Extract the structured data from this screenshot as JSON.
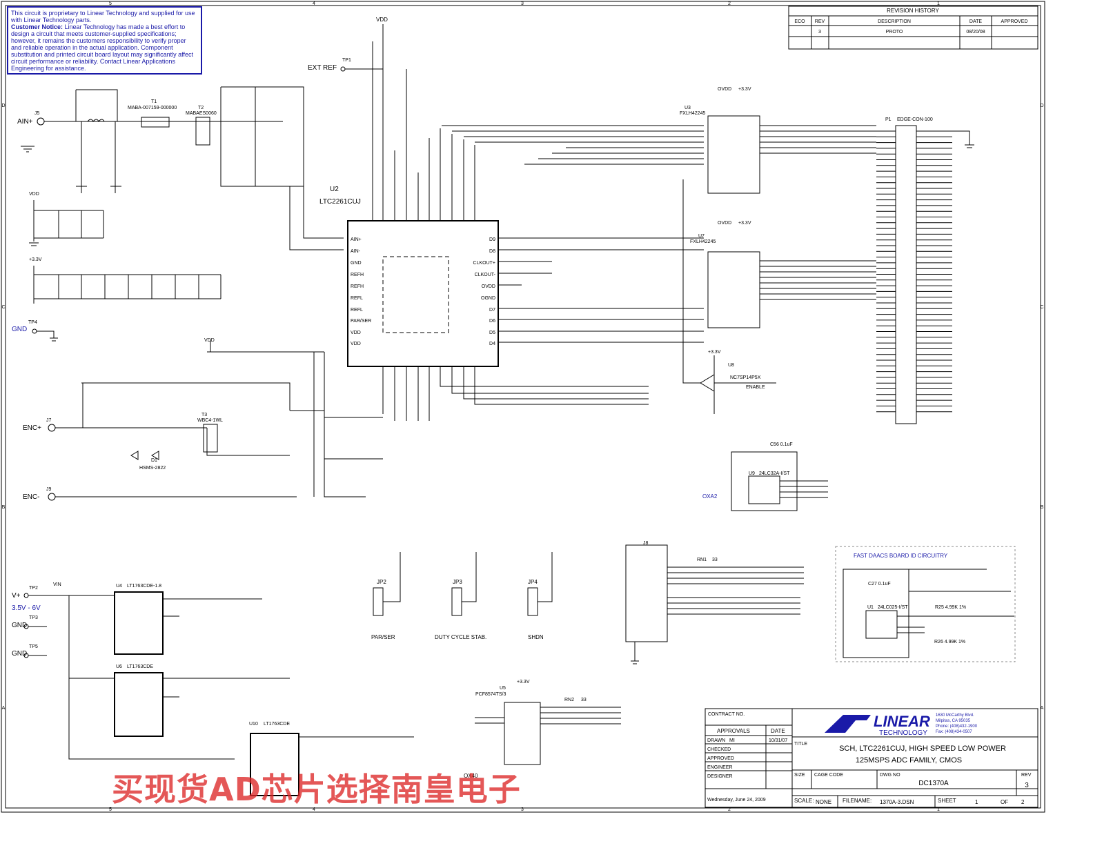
{
  "notice": {
    "line1": "This circuit is proprietary to Linear Technology and supplied for use with Linear Technology parts.",
    "heading": "Customer Notice:",
    "body": "Linear Technology has made a best effort to design a circuit that meets customer-supplied specifications; however, it remains the customers responsibility to verify proper and reliable operation in the actual application. Component substitution and printed circuit board layout may significantly affect circuit performance or reliability. Contact Linear Applications Engineering for assistance."
  },
  "revision": {
    "title": "REVISION HISTORY",
    "headers": [
      "ECO",
      "REV",
      "DESCRIPTION",
      "DATE",
      "APPROVED"
    ],
    "row": [
      "",
      "3",
      "PROTO",
      "08/20/08",
      ""
    ]
  },
  "border": {
    "cols": [
      "5",
      "4",
      "3",
      "2",
      "1"
    ],
    "rows": [
      "D",
      "C",
      "B",
      "A"
    ]
  },
  "labels": {
    "ain": "AIN+",
    "ext_ref": "EXT REF",
    "tp1": "TP1",
    "vdd": "VDD",
    "ovdd": "OVDD",
    "v33": "+3.3V",
    "gnd": "GND",
    "tp4": "TP4",
    "enc_p": "ENC+",
    "enc_n": "ENC-",
    "j5": "J5",
    "j7": "J7",
    "j9": "J9",
    "u2_ref": "U2",
    "u2_part": "LTC2261CUJ",
    "u3_ref": "U3",
    "u3_part": "FXLH42245",
    "u7_ref": "U7",
    "u7_part": "FXLH42245",
    "u8_ref": "U8",
    "u8_part": "NC7SP14P5X",
    "enable": "ENABLE",
    "p1_ref": "P1",
    "p1_part": "EDGE-CON-100",
    "u9_ref": "U9",
    "u9_part": "24LC32A-I/ST",
    "oxa2": "OXA2",
    "c56": "C56 0.1uF",
    "j8": "J8",
    "rn1": "RN1",
    "rn1_val": "33",
    "fast_daacs": "FAST DAACS BOARD ID CIRCUITRY",
    "u1_ref": "U1",
    "u1_part": "24LC025-I/ST",
    "c27": "C27 0.1uF",
    "r25": "R25 4.99K 1%",
    "r26": "R26 4.99K 1%",
    "vin": "VIN",
    "vplus": "V+",
    "vrange": "3.5V - 6V",
    "tp2": "TP2",
    "tp3": "TP3",
    "tp5": "TP5",
    "u4_ref": "U4",
    "u4_part": "LT1763CDE-1.8",
    "u6_ref": "U6",
    "u6_part": "LT1763CDE",
    "u10_ref": "U10",
    "u10_part": "LT1763CDE",
    "jp2": "JP2",
    "jp3": "JP3",
    "jp4": "JP4",
    "jp2_cap": "PAR/SER",
    "jp3_cap": "DUTY CYCLE STAB.",
    "jp4_cap": "SHDN",
    "u5_ref": "U5",
    "u5_part": "PCF8574TS/3",
    "rn2": "RN2",
    "rn2_val": "33",
    "ox40": "OX40",
    "t1": "T1",
    "t1_part": "MABA-007159-000000",
    "t2": "T2",
    "t2_part": "MABAES0060",
    "t3": "T3",
    "t3_part": "WBC4-1WL",
    "d1": "D1",
    "d1_part": "HSMS-2822"
  },
  "title_block": {
    "contract": "CONTRACT NO.",
    "approvals": "APPROVALS",
    "date_hdr": "DATE",
    "drawn": "DRAWN",
    "drawn_by": "MI",
    "drawn_date": "10/31/07",
    "checked": "CHECKED",
    "approved": "APPROVED",
    "engineer": "ENGINEER",
    "designer": "DESIGNER",
    "brand": "LINEAR",
    "brand_sub": "TECHNOLOGY",
    "address": [
      "1630 McCarthy Blvd.",
      "Milpitas, CA 95035",
      "Phone: (408)432-1900",
      "Fax: (408)434-0507"
    ],
    "title_label": "TITLE",
    "title_line1": "SCH, LTC2261CUJ, HIGH SPEED LOW POWER",
    "title_line2": "125MSPS ADC FAMILY, CMOS",
    "size_label": "SIZE",
    "cage_label": "CAGE CODE",
    "dwg_label": "DWG NO",
    "rev_label": "REV",
    "dwg_no": "DC1370A",
    "rev": "3",
    "date_footer": "Wednesday, June 24, 2009",
    "scale_label": "SCALE:",
    "scale": "NONE",
    "filename_label": "FILENAME:",
    "filename": "1370A-3.DSN",
    "sheet_label": "SHEET",
    "sheet": "1",
    "of_label": "OF",
    "of": "2"
  },
  "watermark": "买现货AD芯片选择南皇电子"
}
